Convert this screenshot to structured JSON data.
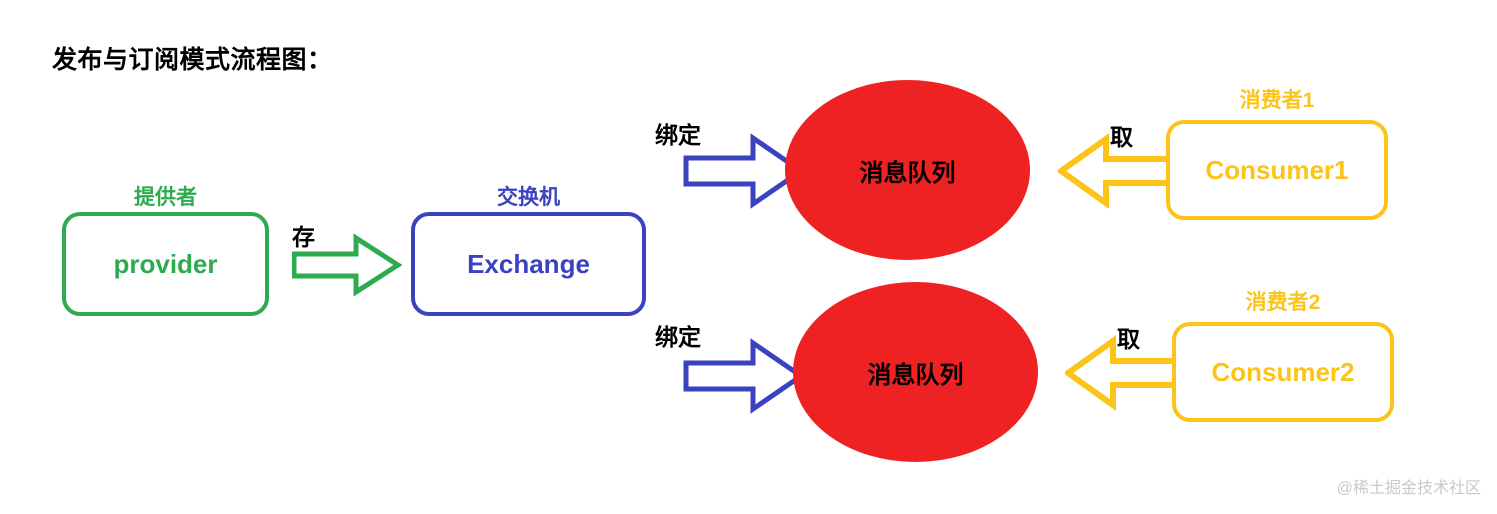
{
  "title": "发布与订阅模式流程图：",
  "watermark": "@稀土掘金技术社区",
  "colors": {
    "provider": "#2eab4f",
    "exchange": "#3b42bf",
    "queue": "#ee2222",
    "consumer": "#fcc419",
    "text": "#000000",
    "background": "#ffffff"
  },
  "nodes": {
    "provider": {
      "caption": "提供者",
      "label": "provider"
    },
    "exchange": {
      "caption": "交换机",
      "label": "Exchange"
    },
    "queue1": {
      "label": "消息队列"
    },
    "queue2": {
      "label": "消息队列"
    },
    "consumer1": {
      "caption": "消费者1",
      "label": "Consumer1"
    },
    "consumer2": {
      "caption": "消费者2",
      "label": "Consumer2"
    }
  },
  "arrows": {
    "store": {
      "label": "存",
      "direction": "right",
      "color": "#2eab4f",
      "style": "outline"
    },
    "bind1": {
      "label": "绑定",
      "direction": "right",
      "color": "#3b42bf",
      "style": "outline"
    },
    "bind2": {
      "label": "绑定",
      "direction": "right",
      "color": "#3b42bf",
      "style": "outline"
    },
    "take1": {
      "label": "取",
      "direction": "left",
      "color": "#fcc419",
      "style": "outline"
    },
    "take2": {
      "label": "取",
      "direction": "left",
      "color": "#fcc419",
      "style": "outline"
    }
  }
}
